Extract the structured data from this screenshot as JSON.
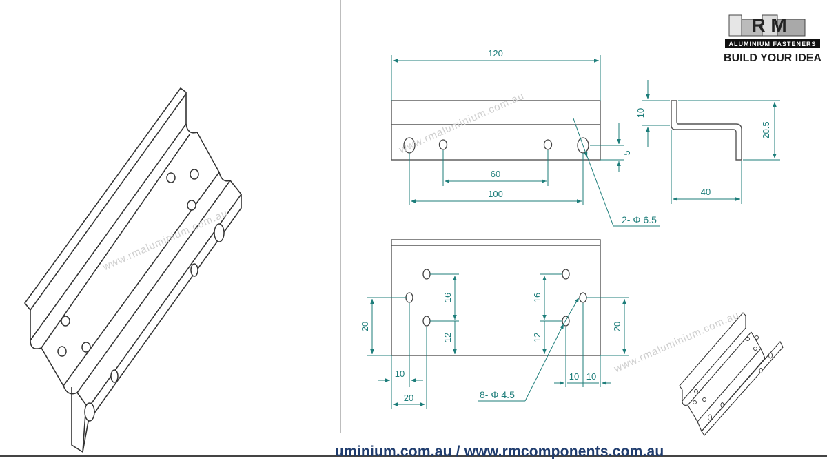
{
  "branding": {
    "logo_initials": "R M",
    "logo_subtitle": "ALUMINIUM FASTENERS",
    "tagline": "BUILD YOUR IDEA"
  },
  "footer": {
    "text": "uminium.com.au  / www.rmcomponents.com.au"
  },
  "watermark": {
    "text": "www.rmaluminium.com.au"
  },
  "front_view": {
    "overall_length": "120",
    "hole_pitch_inner": "60",
    "hole_pitch_outer": "100",
    "hole_offset": "5",
    "large_hole_callout": "2- Φ 6.5"
  },
  "side_view": {
    "flange_height": "10",
    "total_height": "20.5",
    "depth": "40"
  },
  "top_view": {
    "left_pitch_v": "16",
    "left_offset_v": "12",
    "left_height": "20",
    "left_x1": "10",
    "left_x2": "20",
    "right_pitch_v": "16",
    "right_offset_v": "12",
    "right_height": "20",
    "right_x1": "10",
    "right_x2": "10",
    "small_hole_callout": "8- Φ 4.5"
  },
  "colors": {
    "dimension": "#1d7d7a",
    "outline": "#555555",
    "footer_text": "#1f3c6e",
    "watermark": "#cfcfcf"
  }
}
